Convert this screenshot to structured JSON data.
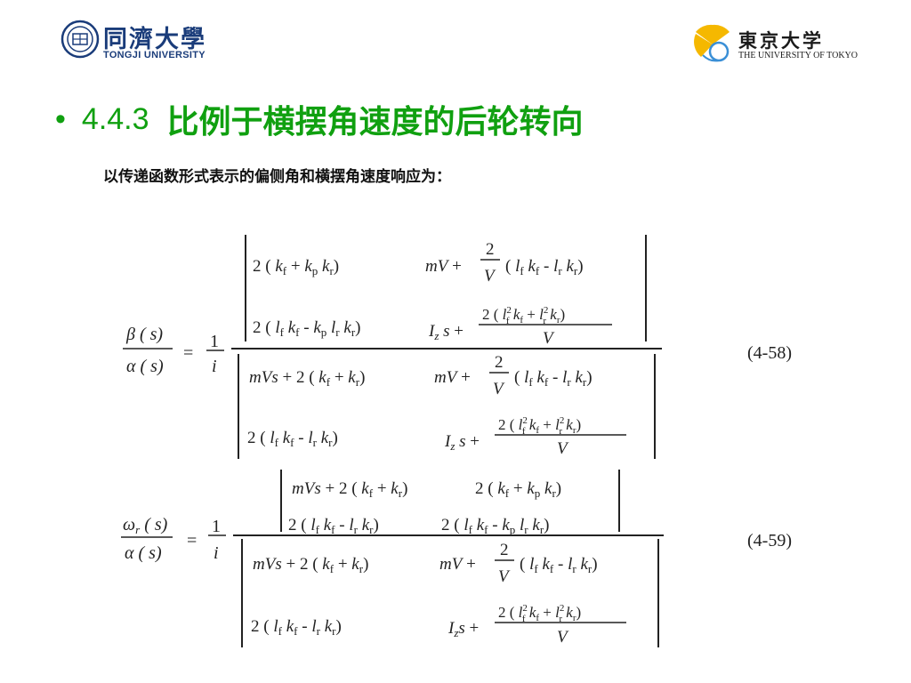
{
  "logos": {
    "tongji": {
      "name_cn": "同濟大學",
      "name_en": "TONGJI UNIVERSITY",
      "seal_icon": "tongji-seal-icon",
      "color": "#1a3c7a"
    },
    "tokyo": {
      "name_cn": "東京大学",
      "name_en": "THE UNIVERSITY OF TOKYO",
      "emblem_icon": "ginkgo-leaf-icon",
      "colors": [
        "#f5b800",
        "#3a8fd6"
      ]
    }
  },
  "heading": {
    "bullet": "•",
    "number": "4.4.3",
    "title": "比例于横摆角速度的后轮转向",
    "color": "#10a010"
  },
  "subtitle": "以传递函数形式表示的偏侧角和横摆角速度响应为：",
  "equations": [
    {
      "label": "(4-58)",
      "lhs_num": "β(s)",
      "lhs_den": "α(s)",
      "equals": "=",
      "coef_num": "1",
      "coef_den": "i",
      "numerator_det": {
        "r1c1": "2(kf + kp kr)",
        "r1c2": "mV + (2/V)(lf kf − lr kr)",
        "r2c1": "2(lf kf − kp lr kr)",
        "r2c2": "Iz s + 2(lf² kf + lr² kr)/V"
      },
      "denominator_det": {
        "r1c1": "mVs + 2(kf + kr)",
        "r1c2": "mV + (2/V)(lf kf − lr kr)",
        "r2c1": "2(lf kf − lr kr)",
        "r2c2": "Iz s + 2(lf² kf + lr² kr)/V"
      }
    },
    {
      "label": "(4-59)",
      "lhs_num": "ωr(s)",
      "lhs_den": "α(s)",
      "equals": "=",
      "coef_num": "1",
      "coef_den": "i",
      "numerator_det": {
        "r1c1": "mVs + 2(kf + kr)",
        "r1c2": "2(kf + kp kr)",
        "r2c1": "2(lf kf − lr kr)",
        "r2c2": "2(lf kf − kp lr kr)"
      },
      "denominator_det": {
        "r1c1": "mVs + 2(kf + kr)",
        "r1c2": "mV + (2/V)(lf kf − lr kr)",
        "r2c1": "2(lf kf − lr kr)",
        "r2c2": "Iz s + 2(lf² kf + lr² kr)/V"
      }
    }
  ]
}
